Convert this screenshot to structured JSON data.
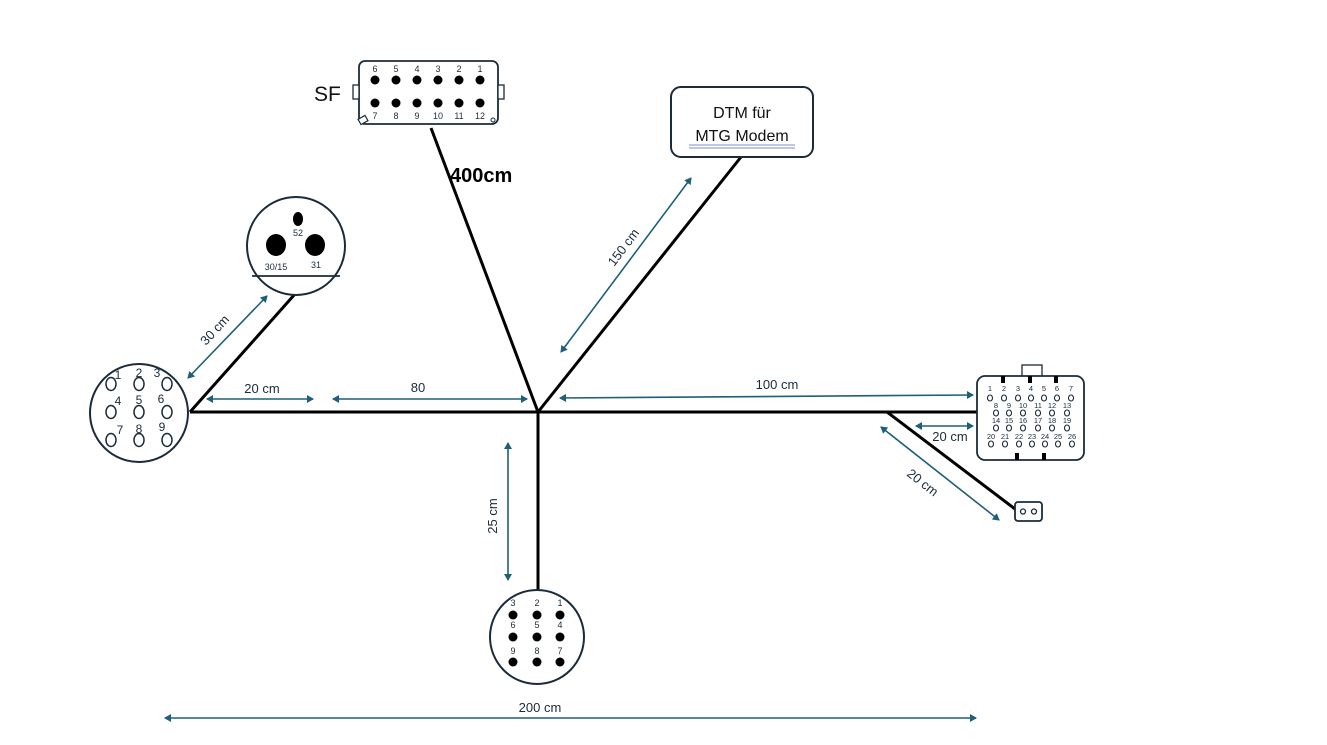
{
  "labels": {
    "sf": "SF",
    "main_length": "400cm",
    "dtm_line1": "DTM für",
    "dtm_line2": "MTG Modem",
    "dim_150": "150 cm",
    "dim_30": "30 cm",
    "dim_20_left": "20 cm",
    "dim_80": "80",
    "dim_100": "100 cm",
    "dim_25": "25 cm",
    "dim_20_right": "20 cm",
    "dim_20_diag": "20 cm",
    "dim_200": "200 cm"
  },
  "connectors": {
    "sf": {
      "top_pins": [
        "6",
        "5",
        "4",
        "3",
        "2",
        "1"
      ],
      "bottom_pins": [
        "7",
        "8",
        "9",
        "10",
        "11",
        "12"
      ]
    },
    "power": {
      "pins": [
        "52",
        "30/15",
        "31"
      ]
    },
    "left_round": {
      "pins": [
        "1",
        "2",
        "3",
        "4",
        "5",
        "6",
        "7",
        "8",
        "9"
      ]
    },
    "bottom_round": {
      "pins": [
        "3",
        "2",
        "1",
        "6",
        "5",
        "4",
        "9",
        "8",
        "7"
      ]
    },
    "right_26": {
      "row1": [
        "1",
        "2",
        "3",
        "4",
        "5",
        "6",
        "7"
      ],
      "row2": [
        "8",
        "9",
        "10",
        "11",
        "12",
        "13"
      ],
      "row3": [
        "14",
        "15",
        "16",
        "17",
        "18",
        "19"
      ],
      "row4": [
        "20",
        "21",
        "22",
        "23",
        "24",
        "25",
        "26"
      ]
    }
  },
  "colors": {
    "wire": "#000000",
    "dimension": "#1f5f7a",
    "outline": "#1b2b3a"
  }
}
